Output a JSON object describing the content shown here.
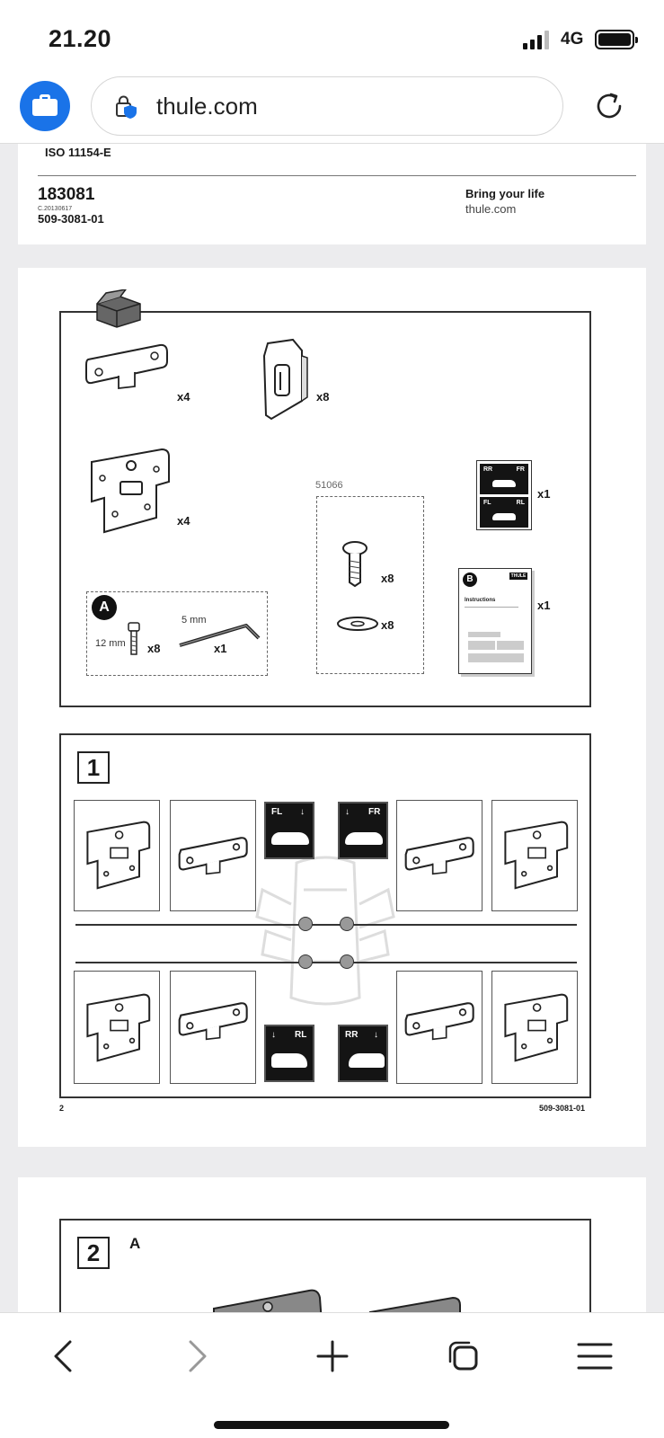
{
  "status": {
    "time": "21.20",
    "network": "4G"
  },
  "browser": {
    "url": "thule.com"
  },
  "page1": {
    "iso": "ISO 11154-E",
    "doc_number": "183081",
    "doc_date": "C.20130617",
    "part_number": "509-3081-01",
    "tagline": "Bring your life",
    "site": "thule.com"
  },
  "parts": {
    "bracket_qty": "x4",
    "clip_qty": "x8",
    "hinge_qty": "x4",
    "kit_number": "51066",
    "screw_qty": "x8",
    "washer_qty": "x8",
    "sticker_qty": "x1",
    "bolt_label": "12 mm",
    "bolt_qty": "x8",
    "key_label": "5 mm",
    "key_qty": "x1",
    "instructions_qty": "x1",
    "bag_a": "A",
    "bag_b": "B",
    "instructions_text": "Instructions",
    "brand": "THULE",
    "positions": {
      "fl": "FL",
      "fr": "FR",
      "rl": "RL",
      "rr": "RR"
    }
  },
  "step1": {
    "number": "1",
    "page_no": "2",
    "part_number": "509-3081-01"
  },
  "step2": {
    "number": "2",
    "sub": "A"
  }
}
